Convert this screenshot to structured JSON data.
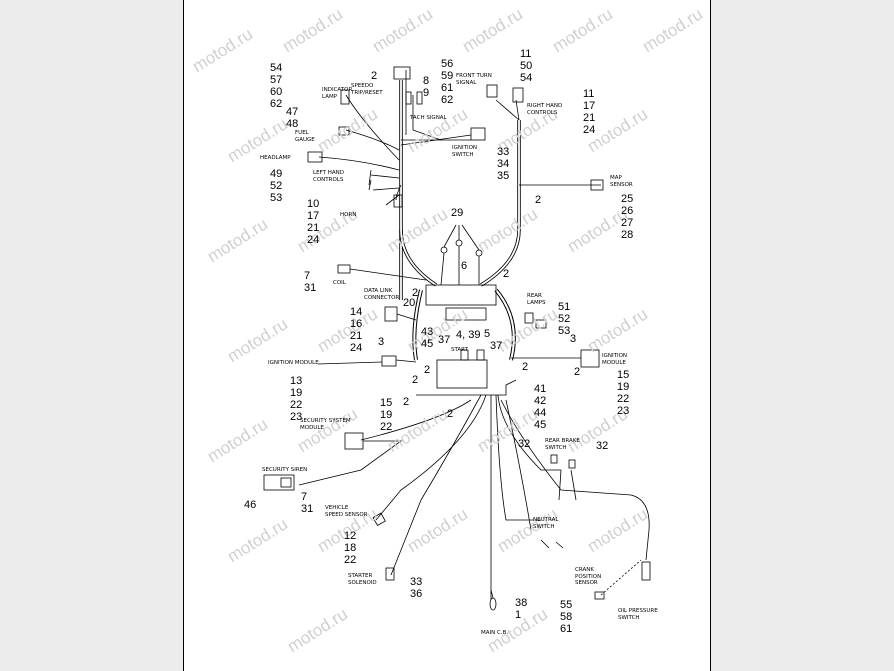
{
  "watermark": {
    "text": "motod.ru"
  },
  "components": {
    "speedo": "SPEEDO\nTRIP/RESET",
    "indicator_lamp": "INDICATOR\nLAMP",
    "front_turn_signal": "FRONT TURN\nSIGNAL",
    "right_hand_controls": "RIGHT HAND\nCONTROLS",
    "tach_signal": "TACH SIGNAL",
    "fuel_gauge": "FUEL\nGAUGE",
    "ignition_switch": "IGNITION\nSWITCH",
    "headlamp": "HEADLAMP",
    "left_hand_controls": "LEFT HAND\nCONTROLS",
    "map_sensor": "MAP\nSENSOR",
    "horn": "HORN",
    "coil": "COIL",
    "data_link_connector": "DATA LINK\nCONNECTOR",
    "rear_lamps": "REAR\nLAMPS",
    "start": "START",
    "ignition_module_left": "IGNITION MODULE",
    "ignition_module_right": "IGNITION\nMODULE",
    "security_system_module": "SECURITY SYSTEM\nMODULE",
    "rear_brake_switch": "REAR BRAKE\nSWITCH",
    "security_siren": "SECURITY SIREN",
    "vehicle_speed_sensor": "VEHICLE\nSPEED SENSOR",
    "neutral_switch": "NEUTRAL\nSWITCH",
    "starter_solenoid": "STARTER\nSOLENOID",
    "crank_position_sensor": "CRANK\nPOSITION\nSENSOR",
    "oil_pressure_switch": "OIL PRESSURE\nSWITCH",
    "main_cb": "MAIN C.B."
  },
  "callouts": {
    "c_tl": [
      "54",
      "57",
      "60",
      "62"
    ],
    "c_2speedo": "2",
    "c_8_9": [
      "8",
      "9"
    ],
    "c_56": [
      "56",
      "59",
      "61",
      "62"
    ],
    "c_11_50": [
      "11",
      "50",
      "54"
    ],
    "c_11_rh": [
      "11",
      "17",
      "21",
      "24"
    ],
    "c_47": [
      "47",
      "48"
    ],
    "c_33": [
      "33",
      "34",
      "35"
    ],
    "c_49": [
      "49",
      "52",
      "53"
    ],
    "c_2map": "2",
    "c_25": [
      "25",
      "26",
      "27",
      "28"
    ],
    "c_10": [
      "10",
      "17",
      "21",
      "24"
    ],
    "c_29": "29",
    "c_6": "6",
    "c_2a": "2",
    "c_2b": "2",
    "c_20": "20",
    "c_7_31": [
      "7",
      "31"
    ],
    "c_14": [
      "14",
      "16",
      "21",
      "24"
    ],
    "c_51": [
      "51",
      "52",
      "53"
    ],
    "c_43": [
      "43",
      "45"
    ],
    "c_37a": "37",
    "c_4_39": "4, 39",
    "c_5": "5",
    "c_37b": "37",
    "c_3a": "3",
    "c_3b": "3",
    "c_2c": "2",
    "c_2d": "2",
    "c_2e": "2",
    "c_2f": "2",
    "c_2g": "2",
    "c_2h": "2",
    "c_13": [
      "13",
      "19",
      "22",
      "23"
    ],
    "c_15r": [
      "15",
      "19",
      "22",
      "23"
    ],
    "c_41": [
      "41",
      "42",
      "44",
      "45"
    ],
    "c_15l": [
      "15",
      "19",
      "22"
    ],
    "c_32a": "32",
    "c_32b": "32",
    "c_46": "46",
    "c_7_31b": [
      "7",
      "31"
    ],
    "c_12": [
      "12",
      "18",
      "22"
    ],
    "c_33_36": [
      "33",
      "36"
    ],
    "c_55": [
      "55",
      "58",
      "61"
    ],
    "c_38_1": [
      "38",
      "1"
    ]
  }
}
